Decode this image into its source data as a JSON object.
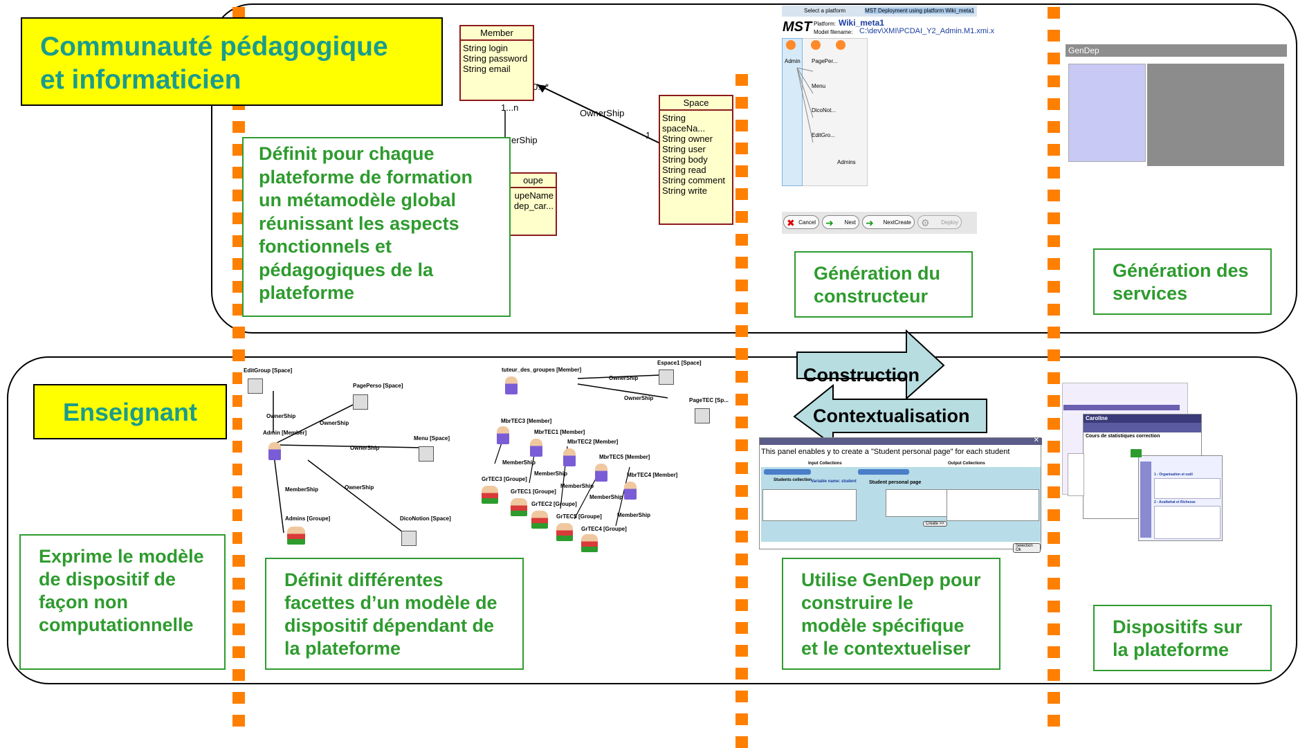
{
  "top_lane": {
    "title": "Communauté pédagogique\net informaticien",
    "desc": "Définit pour chaque plateforme de formation un métamodèle global réunissant les aspects fonctionnels et pédagogiques de la plateforme",
    "generation_constructeur": "Génération du constructeur",
    "generation_services": "Génération des services"
  },
  "bottom_lane": {
    "title": "Enseignant",
    "exprime": "Exprime le modèle de dispositif de façon non computationnelle",
    "definit_facettes": "Définit différentes facettes d’un modèle de dispositif dépendant de la plateforme",
    "utilise": "Utilise GenDep pour construire le modèle spécifique et le contextueliser",
    "dispositifs": "Dispositifs sur la plateforme"
  },
  "arrows": {
    "construction": "Construction",
    "contextualisation": "Contextualisation"
  },
  "uml": {
    "member_title": "Member",
    "member_attrs": [
      "String login",
      "String password",
      "String email"
    ],
    "space_title": "Space",
    "space_attrs": [
      "String spaceNa...",
      "String owner",
      "String user",
      "String body",
      "String read",
      "String comment",
      "String write"
    ],
    "groupe_title": "oupe",
    "groupe_attrs": [
      "upeName",
      "dep_car..."
    ],
    "ownership": "OwnerShip",
    "membership": "erShip",
    "mult_1n": "1...n",
    "mult_0n": "0...*",
    "mult_1": "1...n"
  },
  "constructor_shot": {
    "tab1": "Select a platform",
    "tab2": "MST Deployment using platform Wiki_meta1",
    "logo": "MST",
    "platform_label": "Platform:",
    "platform_value": "Wiki_meta1",
    "model_label": "Model filename:",
    "model_value": "C:\\dev\\XMI\\PCDAI_Y2_Admin.M1.xmi.x",
    "nodes": [
      "Admin",
      "PagePer...",
      "Menu",
      "DicoNot...",
      "EditGro...",
      "Admins"
    ],
    "buttons": [
      "Cancel",
      "Next",
      "NextCreate",
      "Deploy"
    ]
  },
  "services_shot": {
    "title": "GenDep"
  },
  "graph_left": {
    "labels": [
      "EditGroup [Space]",
      "PagePerso [Space]",
      "OwnerShip",
      "OwnerShip",
      "Admin [Member]",
      "OwnerShip",
      "Menu [Space]",
      "MemberShip",
      "OwnerShip",
      "Admins [Groupe]",
      "DicoNotion [Space]"
    ]
  },
  "graph_right": {
    "labels": [
      "tuteur_des_groupes [Member]",
      "Espace1 [Space]",
      "OwnerShip",
      "OwnerShip",
      "PageTEC [Sp...",
      "MbrTEC3 [Member]",
      "MbrTEC1 [Member]",
      "MbrTEC2 [Member]",
      "MbrTEC5 [Member]",
      "MemberShip",
      "MemberShip",
      "MbrTEC4 [Member]",
      "GrTEC3 [Groupe]",
      "MemberShip",
      "GrTEC1 [Groupe]",
      "MemberShip",
      "GrTEC2 [Groupe]",
      "GrTEC5 [Groupe]",
      "MemberShip",
      "GrTEC4 [Groupe]"
    ]
  },
  "panel_shot": {
    "title": "This panel enables y   to create a \"Student personal page\" for each student",
    "input_collections": "Input Collections",
    "output_collections": "Output Collections",
    "students_collection": "Students collection",
    "variable": "Variable name: student",
    "personal_page": "Student personal page",
    "create_btn": "Create >>",
    "select_btn": "Selection Ok"
  },
  "platform_shot": {
    "user": "Caroline",
    "course": "Cours de statistiques correction",
    "section1": "1 - Organisation et outil",
    "section2": "2 - Acatlwhat et Richesse"
  },
  "colors": {
    "orange": "#ff7f00",
    "green": "#2e9b2e",
    "teal": "#1a9c8c",
    "yellow": "#ffff00",
    "arrow_fill": "#b7dde0"
  }
}
